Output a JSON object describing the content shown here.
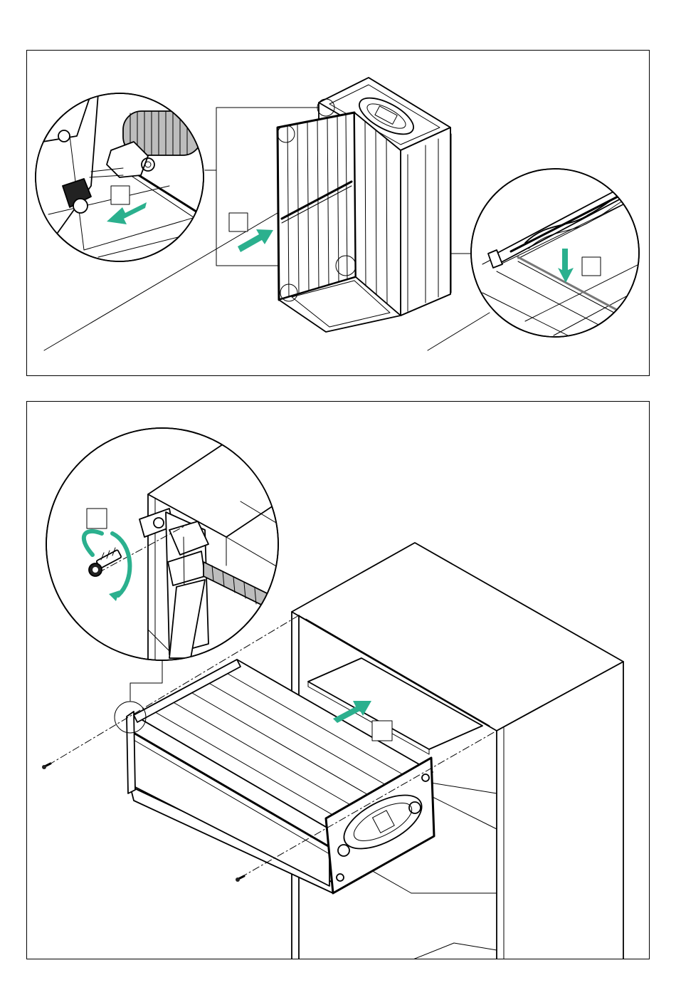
{
  "colors": {
    "accent": "#2bb08e",
    "line": "#000000",
    "background": "#ffffff"
  },
  "panels": [
    {
      "id": "top",
      "step_label_boxes": [
        "",
        "",
        ""
      ],
      "icons": [
        "magnifier-circle-left",
        "magnifier-circle-right",
        "arrow-left",
        "arrow-right",
        "arrow-down"
      ]
    },
    {
      "id": "bottom",
      "step_label_boxes": [
        "",
        ""
      ],
      "icons": [
        "magnifier-circle",
        "rotate-arrow",
        "screw",
        "arrow-push"
      ]
    }
  ]
}
